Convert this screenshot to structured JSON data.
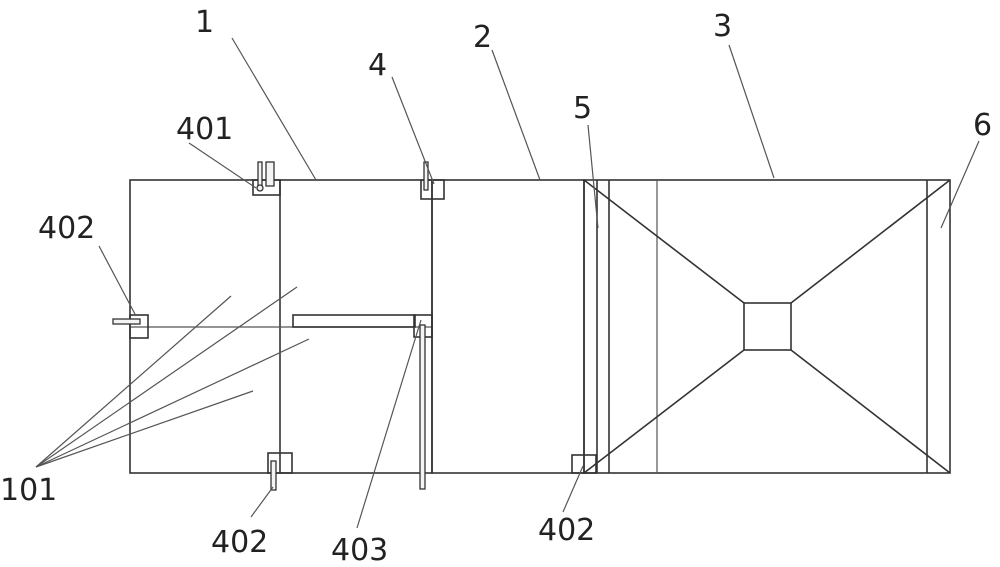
{
  "diagram": {
    "colors": {
      "stroke": "#333333",
      "background": "#ffffff"
    },
    "labels": {
      "l1": "1",
      "l2": "2",
      "l3": "3",
      "l4": "4",
      "l5": "5",
      "l6": "6",
      "l401": "401",
      "l402_left": "402",
      "l402_bottom": "402",
      "l402_right": "402",
      "l403": "403",
      "l101": "101"
    }
  }
}
